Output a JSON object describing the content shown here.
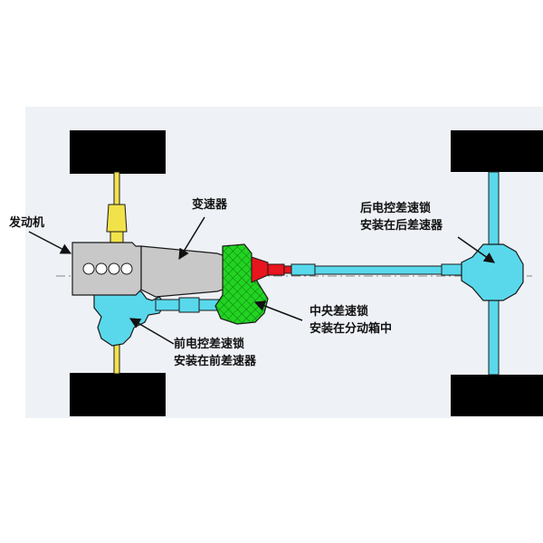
{
  "labels": {
    "engine": "发动机",
    "transmission": "变速器",
    "rear_lock_line1": "后电控差速锁",
    "rear_lock_line2": "安装在后差速器",
    "center_lock_line1": "中央差速锁",
    "center_lock_line2": "安装在分动箱中",
    "front_lock_line1": "前电控差速锁",
    "front_lock_line2": "安装在前差速器"
  },
  "colors": {
    "background_panel": "#eef1f6",
    "wheel": "#000000",
    "engine_gray": "#c8c8c8",
    "cyan": "#59d8ec",
    "green": "#22d322",
    "red": "#e8141e",
    "yellow": "#f2e24a",
    "outline": "#1a1a1a"
  }
}
